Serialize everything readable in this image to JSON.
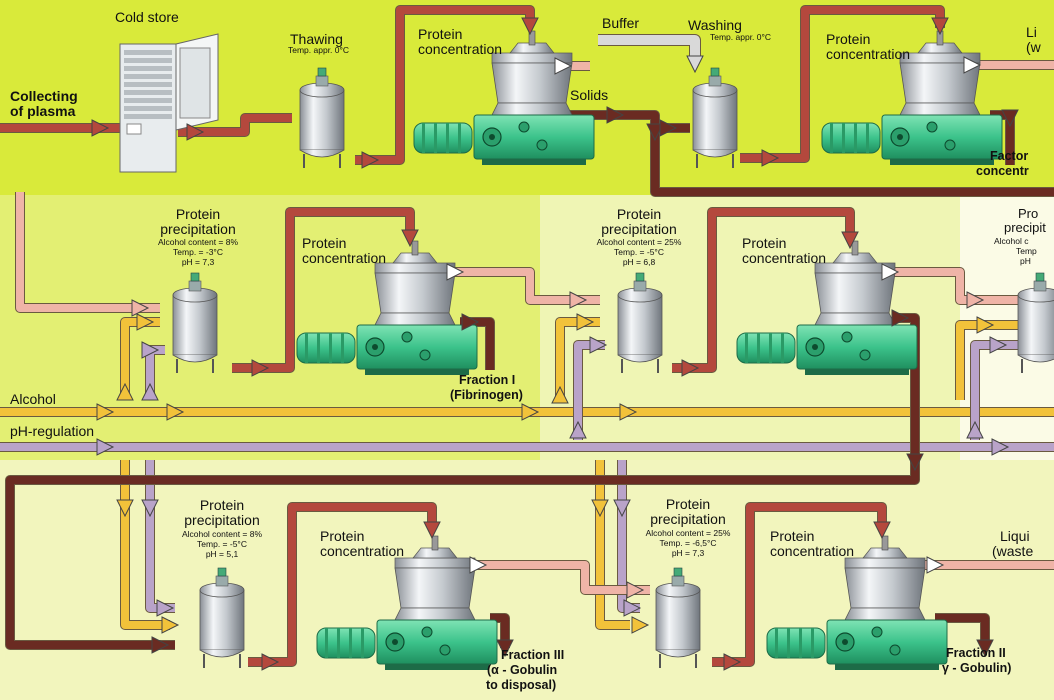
{
  "colors": {
    "band_top": "#d9ea3a",
    "band_mid_left": "#e3ef73",
    "band_mid_right": "#eff5b4",
    "band_bottom": "#f2f5bd",
    "product_pipe": "#b4483d",
    "light_pipe": "#efb4a7",
    "dark_pipe": "#6a2b22",
    "alcohol_pipe": "#f2c23a",
    "ph_pipe": "#b9a3c9",
    "water_pipe": "#d9d9d9",
    "motor_green": "#3cc38b"
  },
  "labels": {
    "collecting": [
      "Collecting",
      "of plasma"
    ],
    "cold_store": "Cold store",
    "thawing": "Thawing",
    "thawing_temp": "Temp. appr. 0°C",
    "pc1": [
      "Protein",
      "concentration"
    ],
    "buffer": "Buffer",
    "washing": "Washing",
    "washing_temp": "Temp. appr. 0°C",
    "solids": "Solids",
    "pc2": [
      "Protein",
      "concentration"
    ],
    "liquid_tr": [
      "Li",
      "(w"
    ],
    "factor": [
      "Factor",
      "concentr"
    ],
    "pp1": [
      "Protein",
      "precipitation"
    ],
    "pp1_params": [
      "Alcohol content = 8%",
      "Temp. = -3°C",
      "pH = 7,3"
    ],
    "pc3": [
      "Protein",
      "concentration"
    ],
    "fraction1": [
      "Fraction I",
      "(Fibrinogen)"
    ],
    "pp2": [
      "Protein",
      "precipitation"
    ],
    "pp2_params": [
      "Alcohol content = 25%",
      "Temp. = -5°C",
      "pH = 6,8"
    ],
    "pc4": [
      "Protein",
      "concentration"
    ],
    "pp_right": [
      "Pro",
      "precipit"
    ],
    "pp_right_params": [
      "Alcohol c",
      "Temp",
      "pH"
    ],
    "alcohol": "Alcohol",
    "ph": "pH-regulation",
    "pp3": [
      "Protein",
      "precipitation"
    ],
    "pp3_params": [
      "Alcohol content = 8%",
      "Temp. = -5°C",
      "pH = 5,1"
    ],
    "pc5": [
      "Protein",
      "concentration"
    ],
    "fraction3": [
      "Fraction III",
      "(α - Gobulin",
      "to disposal)"
    ],
    "pp4": [
      "Protein",
      "precipitation"
    ],
    "pp4_params": [
      "Alcohol content = 25%",
      "Temp. = -6,5°C",
      "pH = 7,3"
    ],
    "pc6": [
      "Protein",
      "concentration"
    ],
    "liquid_br": [
      "Liqui",
      "(waste"
    ],
    "fraction2": [
      "Fraction II",
      "γ - Gobulin)"
    ]
  }
}
